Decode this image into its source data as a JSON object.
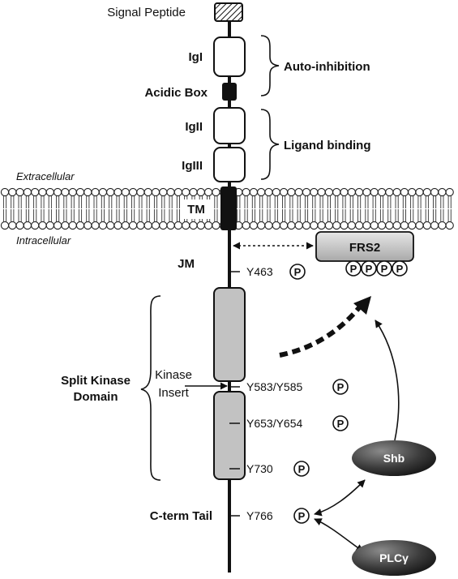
{
  "labels": {
    "signal_peptide": "Signal Peptide",
    "igi": "IgI",
    "acidic_box": "Acidic Box",
    "igii": "IgII",
    "igiii": "IgIII",
    "tm": "TM",
    "jm": "JM",
    "split_kinase_1": "Split Kinase",
    "split_kinase_2": "Domain",
    "kinase_insert_1": "Kinase",
    "kinase_insert_2": "Insert",
    "cterm": "C-term Tail"
  },
  "groups": {
    "auto_inhibition": "Auto-inhibition",
    "ligand_binding": "Ligand binding"
  },
  "membrane": {
    "extracellular": "Extracellular",
    "intracellular": "Intracellular"
  },
  "sites": {
    "y463": "Y463",
    "y583": "Y583/Y585",
    "y653": "Y653/Y654",
    "y730": "Y730",
    "y766": "Y766",
    "p": "P"
  },
  "partners": {
    "frs2": "FRS2",
    "shb": "Shb",
    "plcg": "PLCγ"
  }
}
